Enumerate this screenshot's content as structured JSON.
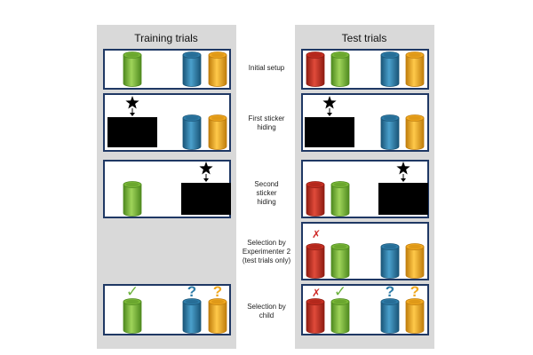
{
  "columns": {
    "training": "Training trials",
    "test": "Test trials"
  },
  "steps": [
    [
      "Initial setup"
    ],
    [
      "First sticker",
      "hiding"
    ],
    [
      "Second",
      "sticker",
      "hiding"
    ],
    [
      "Selection by",
      "Experimenter 2",
      "(test trials only)"
    ],
    [
      "Selection by",
      "child"
    ]
  ],
  "marks": {
    "check": "✓",
    "cross": "✗",
    "question": "?"
  },
  "colors": {
    "column_bg": "#d9d9d9",
    "panel_border": "#1f3864",
    "red": "#c62f22",
    "green": "#7ab738",
    "blue": "#2e7ca8",
    "orange": "#f0a820",
    "check_green": "#6db33f",
    "cross_red": "#cf2a27",
    "question_blue": "#2e7ca8",
    "question_orange": "#f0a820",
    "screen": "#000000"
  }
}
